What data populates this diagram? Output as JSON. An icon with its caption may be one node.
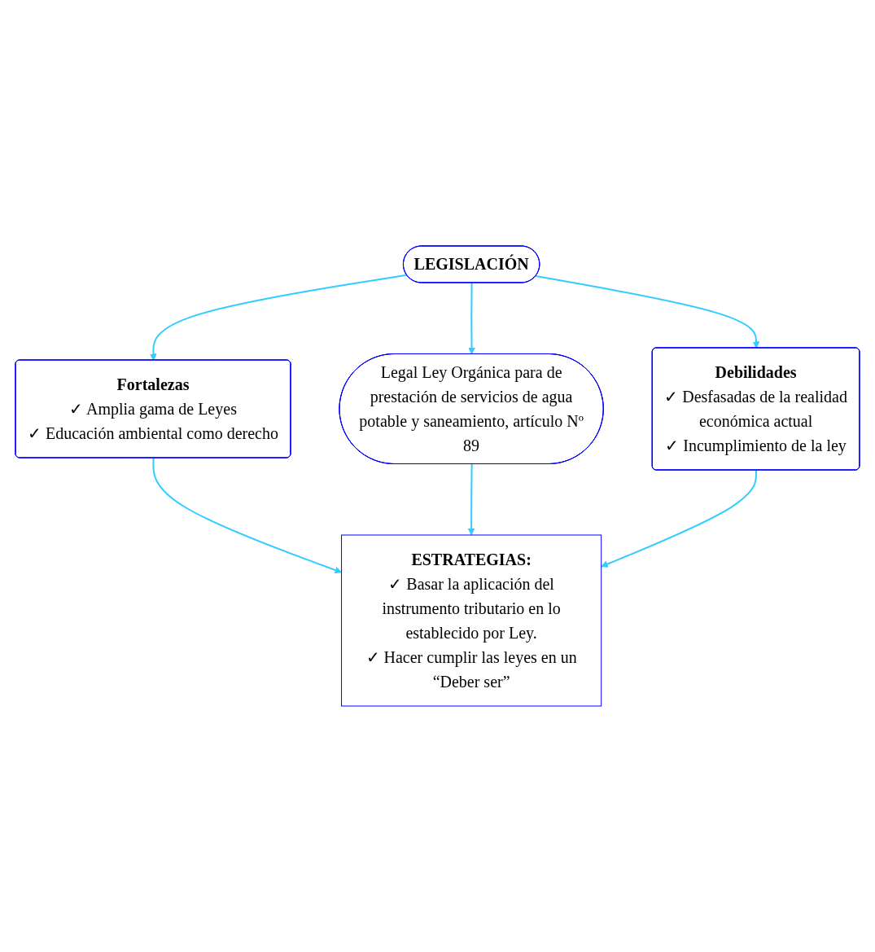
{
  "diagram": {
    "nodes": [
      {
        "text": [
          "LEGISLACIÓN"
        ]
      },
      {
        "text": [
          "Fortalezas",
          "✓ Amplia gama de Leyes",
          "✓ Educación ambiental como derecho"
        ]
      },
      {
        "text": [
          "Debilidades",
          "✓ Desfasadas de la realidad económica actual",
          "✓ Incumplimiento de la ley"
        ]
      },
      {
        "text": [
          "Legal Ley Orgánica para de prestación de servicios de agua potable y saneamiento, artículo Nº 89"
        ]
      },
      {
        "text": [
          "ESTRATEGIAS:",
          "✓ Basar la aplicación del instrumento tributario en lo establecido por Ley.",
          "✓ Hacer cumplir las leyes en un “Deber ser”"
        ]
      }
    ],
    "edges": [
      {
        "from": 0,
        "to": 1,
        "arrow": "to"
      },
      {
        "from": 0,
        "to": 2,
        "arrow": "to"
      },
      {
        "from": 0,
        "to": 3,
        "arrow": "to"
      },
      {
        "from": 1,
        "to": 4,
        "arrow": "to"
      },
      {
        "from": 3,
        "to": 4,
        "arrow": "to"
      },
      {
        "from": 2,
        "to": 4,
        "arrow": "to"
      }
    ]
  }
}
